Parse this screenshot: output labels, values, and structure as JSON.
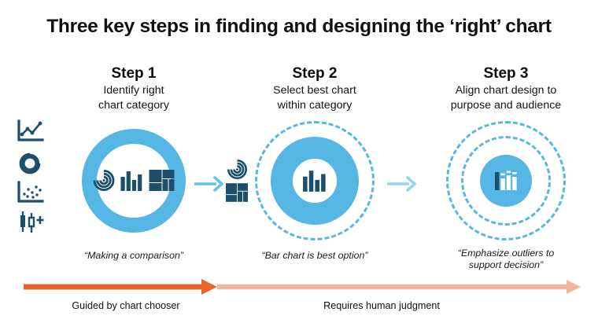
{
  "title": "Three key steps in finding and designing the ‘right’ chart",
  "steps": [
    {
      "title": "Step 1",
      "subtitle_line1": "Identify right",
      "subtitle_line2": "chart category",
      "caption": "“Making a comparison”",
      "ring_style": "solid-thick-ring",
      "inner_icons": [
        "radial-spiral-chart-icon",
        "bar-chart-icon",
        "treemap-chart-icon"
      ]
    },
    {
      "title": "Step 2",
      "subtitle_line1": "Select best chart",
      "subtitle_line2": "within category",
      "caption": "“Bar chart is best option”",
      "ring_style": "dashed-outer-plus-solid-donut",
      "inner_icons": [
        "bar-chart-icon"
      ],
      "outside_icons": [
        "radial-spiral-chart-icon",
        "treemap-chart-icon"
      ]
    },
    {
      "title": "Step 3",
      "subtitle_line1": "Align chart design to",
      "subtitle_line2": "purpose and audience",
      "caption_line1": "“Emphasize outliers to",
      "caption_line2": "support decision”",
      "ring_style": "two-dashed-rings-plus-disc",
      "inner_icons": [
        "highlighted-bar-chart-icon"
      ]
    }
  ],
  "category_icons": [
    {
      "name": "line-chart-icon",
      "label": "Line chart category"
    },
    {
      "name": "donut-chart-icon",
      "label": "Donut chart category"
    },
    {
      "name": "scatter-plot-icon",
      "label": "Scatter plot category"
    },
    {
      "name": "candlestick-chart-icon",
      "label": "Candlestick chart category"
    }
  ],
  "connectors": [
    {
      "name": "arrow-step1-to-step2"
    },
    {
      "name": "arrow-step2-to-step3"
    }
  ],
  "bottom": {
    "left_label": "Guided by chart chooser",
    "right_label": "Requires human judgment",
    "left_arrow_color": "#E8662A",
    "right_arrow_color": "#F2B79A"
  },
  "colors": {
    "accent_blue": "#56b6e4",
    "dark_navy": "#1C4F6B",
    "orange_strong": "#E8662A",
    "orange_light": "#F2B79A",
    "background": "#ffffff",
    "text": "#111111"
  }
}
